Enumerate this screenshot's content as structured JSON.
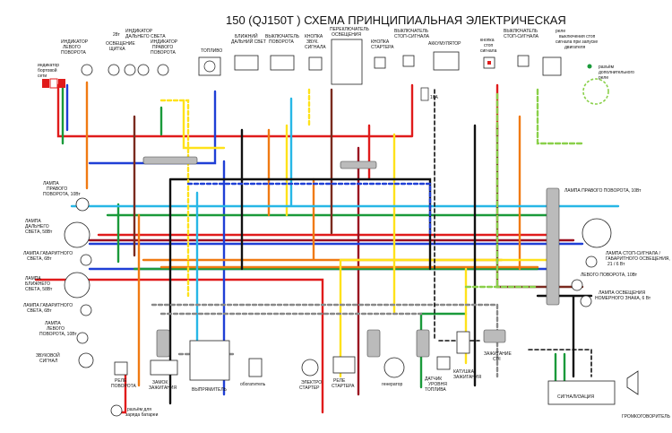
{
  "title": "150 (QJ150T )   СХЕМА ПРИНЦИПИАЛЬНАЯ ЭЛЕКТРИЧЕСКАЯ",
  "labels": {
    "network_indicator": [
      "индикатор",
      "бортовой",
      "сети"
    ],
    "left_turn_indicator": [
      "ИНДИКАТОР",
      "ЛЕВОГО",
      "ПОВОРОТА"
    ],
    "dash_light": [
      "28т",
      "ОСВЕЩЕНИЕ",
      "ЩИТКА"
    ],
    "high_beam_indicator": [
      "ИНДИКАТОР",
      "ДАЛЬНЕГО СВЕТА"
    ],
    "right_turn_indicator": [
      "ИНДИКАТОР",
      "ПРАВОГО",
      "ПОВОРОТА"
    ],
    "fuel": "ТОПЛИВО",
    "beam_switch": [
      "БЛИЖНИЙ",
      "ДАЛЬНИЙ СВЕТ"
    ],
    "turn_switch": [
      "ВЫКЛЮЧАТЕЛЬ",
      "ПОВОРОТА"
    ],
    "horn_button": [
      "КНОПКА",
      "ЗВУК.",
      "СИГНАЛА"
    ],
    "light_switch": [
      "ПЕРЕКЛЮЧАТЕЛЬ",
      "ОСВЕЩЕНИЯ"
    ],
    "starter_button": [
      "КНОПКА",
      "СТАРТЕРА"
    ],
    "stop_switch_left": [
      "ВЫКЛЮЧАТЕЛЬ",
      "СТОП-СИГНАЛА"
    ],
    "battery": "АККУМУЛЯТОР",
    "stop_button": [
      "кнопка",
      "стоп",
      "сигнала"
    ],
    "stop_switch_right": [
      "ВЫКЛЮЧАТЕЛЬ",
      "СТОП-СИГНАЛА"
    ],
    "relay_stop": [
      "реле",
      "выключения стоп",
      "сигнала при запуске",
      "двигателя"
    ],
    "aux_relay": [
      "разъём",
      "дополнительного",
      "реле"
    ],
    "fuse": "16А",
    "right_front_turn": [
      "ЛАМПА",
      "ПРАВОГО",
      "ПОВОРОТА, 10Вт"
    ],
    "high_beam_lamp": [
      "ЛАМПА",
      "ДАЛЬНЕГО",
      "СВЕТА, 58Вт"
    ],
    "front_parking_top": [
      "ЛАМПА ГАБАРИТНОГО",
      "СВЕТА, 6Вт"
    ],
    "low_beam_lamp": [
      "ЛАМПА",
      "БЛИЖНЕГО",
      "СВЕТА, 58Вт"
    ],
    "front_parking_bottom": [
      "ЛАМПА ГАБАРИТНОГО",
      "СВЕТА, 6Вт"
    ],
    "left_front_turn": [
      "ЛАМПА",
      "ЛЕВОГО",
      "ПОВОРОТА, 10Вт"
    ],
    "horn": [
      "ЗВУКОВОЙ",
      "СИГНАЛ"
    ],
    "turn_relay": [
      "РЕЛЕ",
      "ПОВОРОТА"
    ],
    "ignition_lock": [
      "ЗАМОК",
      "ЗАЖИГАНИЯ"
    ],
    "rectifier": "ВЫПРЯМИТЕЛЬ",
    "heater": "обогатитель",
    "starter_motor": [
      "ЭЛЕКТРО",
      "СТАРТЕР"
    ],
    "starter_relay": [
      "РЕЛЕ",
      "СТАРТЕРА"
    ],
    "generator": "генератор",
    "fuel_sensor": [
      "ДАТЧИК",
      "УРОВНЯ",
      "ТОПЛИВА"
    ],
    "ignition_coil": [
      "КАТУШКА",
      "ЗАЖИГАНИЯ"
    ],
    "cdi": [
      "ЗАЖИГАНИЕ",
      "CDI"
    ],
    "charge_connector": [
      "разъём для",
      "заряда батареи"
    ],
    "rear_right_turn": "ЛАМПА ПРАВОГО ПОВОРОТА, 10Вт",
    "stop_lamp": [
      "ЛАМПА  СТОП-СИГНАЛА /",
      "ГАБАРИТНОГО ОСВЕЩЕНИЯ,",
      "21 / 6 Вт"
    ],
    "rear_left_turn": "ЛЕВОГО ПОВОРОТА, 10Вт",
    "plate_light": [
      "ЛАМПА ОСВЕЩЕНИЯ",
      "НОМЕРНОГО ЗНАКА, 6 Вт"
    ],
    "alarm": "СИГНАЛИЗАЦИЯ",
    "speaker": "ГРОМКОГОВОРИТЕЛЬ"
  },
  "colors": {
    "red": "#e01b1b",
    "blue": "#1f3fd6",
    "green": "#1a9a3a",
    "orange": "#f07a12",
    "yellow": "#ffe21a",
    "cyan": "#27b7e6",
    "brown": "#7a2a1e",
    "black": "#111111",
    "gray": "#888888",
    "lightgreen": "#8ad04a",
    "darkred": "#9b1020"
  }
}
